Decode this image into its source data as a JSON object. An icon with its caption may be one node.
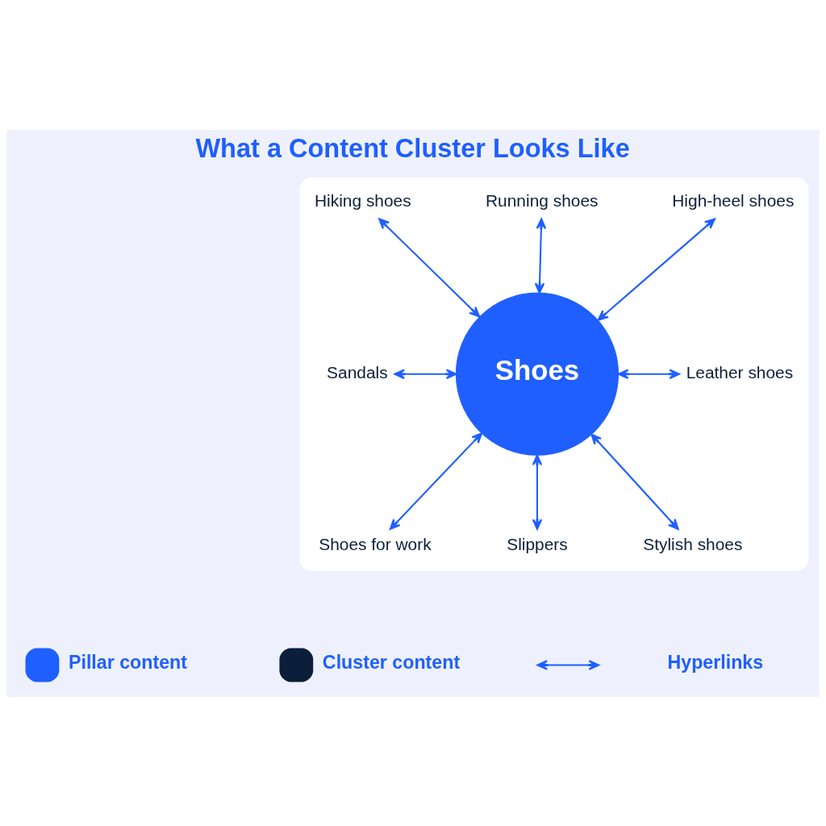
{
  "diagram": {
    "title": "What a Content Cluster Looks Like",
    "nodes": [
      {
        "text": [],
        "shape": "box"
      },
      {
        "text": [
          "Hiking shoes"
        ],
        "in": 0
      },
      {
        "text": [
          "Running shoes"
        ],
        "in": 0
      },
      {
        "text": [
          "High-heel shoes"
        ],
        "in": 0
      },
      {
        "text": [
          "Sandals"
        ],
        "in": 0
      },
      {
        "text": [
          "Shoes"
        ],
        "in": 0
      },
      {
        "text": [
          "Leather shoes"
        ],
        "in": 0
      },
      {
        "text": [
          "Shoes for work"
        ],
        "in": 0
      },
      {
        "text": [
          "Slippers"
        ],
        "in": 0
      },
      {
        "text": [
          "Stylish shoes"
        ],
        "in": 0
      }
    ],
    "edges": [
      {
        "from": 1,
        "to": 5,
        "arrow": "both"
      },
      {
        "from": 2,
        "to": 5,
        "arrow": "both"
      },
      {
        "from": 3,
        "to": 5,
        "arrow": "both"
      },
      {
        "from": 4,
        "to": 5,
        "arrow": "both"
      },
      {
        "from": 5,
        "to": 6,
        "arrow": "both"
      },
      {
        "from": 5,
        "to": 7,
        "arrow": "both"
      },
      {
        "from": 5,
        "to": 8,
        "arrow": "both"
      },
      {
        "from": 5,
        "to": 9,
        "arrow": "both"
      }
    ],
    "legend": [
      {
        "text": "Pillar content",
        "color": "#1f5fff"
      },
      {
        "text": "Cluster content",
        "color": "#0b1f3a"
      },
      {
        "text": "Hyperlinks"
      }
    ]
  }
}
